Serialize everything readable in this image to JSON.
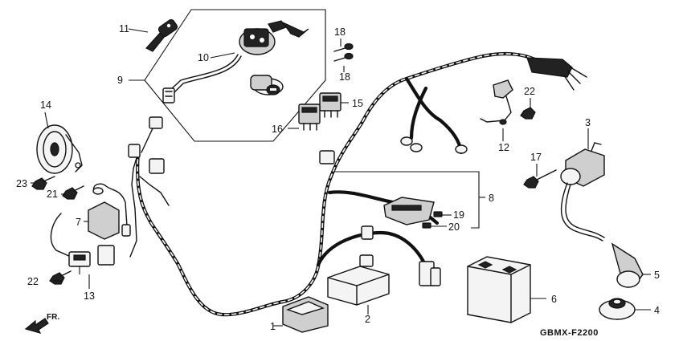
{
  "diagram": {
    "callouts": {
      "c1": "1",
      "c2": "2",
      "c3": "3",
      "c4": "4",
      "c5": "5",
      "c6": "6",
      "c7": "7",
      "c8": "8",
      "c9": "9",
      "c10": "10",
      "c11": "11",
      "c12": "12",
      "c13": "13",
      "c14": "14",
      "c15": "15",
      "c16": "16",
      "c17": "17",
      "c18a": "18",
      "c18b": "18",
      "c19": "19",
      "c20": "20",
      "c21": "21",
      "c22a": "22",
      "c22b": "22",
      "c23": "23"
    },
    "direction_label": "FR.",
    "diagram_code": "GBMX-F2200"
  }
}
